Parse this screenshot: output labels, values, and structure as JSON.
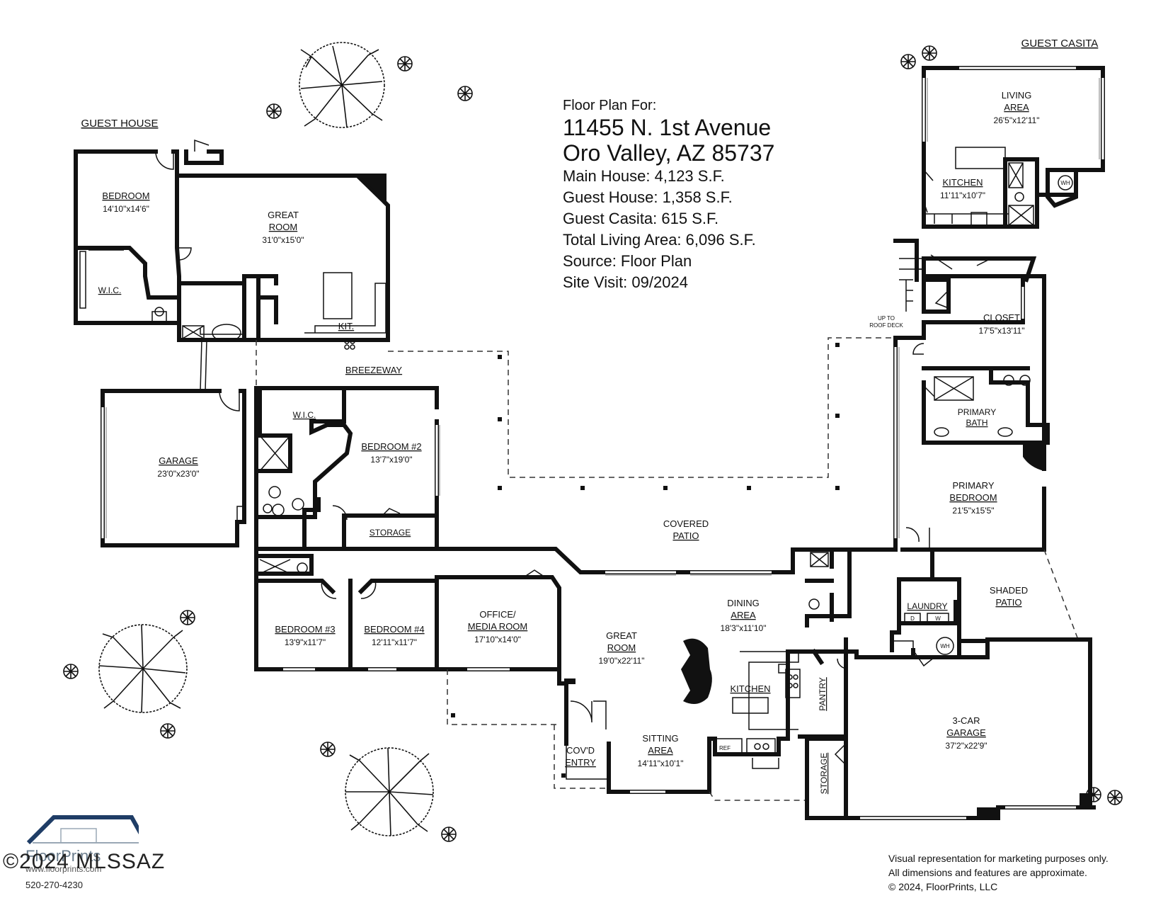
{
  "header": {
    "intro": "Floor Plan For:",
    "address_line1": "11455 N. 1st Avenue",
    "address_line2": "Oro Valley, AZ  85737",
    "main_house": "Main House:  4,123 S.F.",
    "guest_house": "Guest House:  1,358 S.F.",
    "guest_casita": "Guest Casita:  615 S.F.",
    "total_living": "Total Living Area:  6,096 S.F.",
    "source": "Source:  Floor Plan",
    "site_visit": "Site Visit:  09/2024"
  },
  "sections": {
    "guest_house": "GUEST HOUSE",
    "guest_casita": "GUEST CASITA",
    "breezeway": "BREEZEWAY"
  },
  "rooms": {
    "gh_bedroom": {
      "name": "BEDROOM",
      "dim": "14'10\"x14'6\""
    },
    "gh_great_room": {
      "name1": "GREAT",
      "name2": "ROOM",
      "dim": "31'0\"x15'0\""
    },
    "gh_wic": "W.I.C.",
    "gh_kit": "KIT.",
    "garage": {
      "name": "GARAGE",
      "dim": "23'0\"x23'0\""
    },
    "wic": "W.I.C.",
    "bedroom2": {
      "name": "BEDROOM #2",
      "dim": "13'7\"x19'0\""
    },
    "storage1": "STORAGE",
    "bedroom3": {
      "name": "BEDROOM #3",
      "dim": "13'9\"x11'7\""
    },
    "bedroom4": {
      "name": "BEDROOM #4",
      "dim": "12'11\"x11'7\""
    },
    "office": {
      "name1": "OFFICE/",
      "name2": "MEDIA ROOM",
      "dim": "17'10\"x14'0\""
    },
    "covered_patio": {
      "name1": "COVERED",
      "name2": "PATIO"
    },
    "great_room": {
      "name1": "GREAT",
      "name2": "ROOM",
      "dim": "19'0\"x22'11\""
    },
    "dining": {
      "name1": "DINING",
      "name2": "AREA",
      "dim": "18'3\"x11'10\""
    },
    "kitchen": "KITCHEN",
    "ref": "REF",
    "pantry": "PANTRY",
    "storage2": "STORAGE",
    "sitting": {
      "name1": "SITTING",
      "name2": "AREA",
      "dim": "14'11\"x10'1\""
    },
    "entry": {
      "name1": "COV'D",
      "name2": "ENTRY"
    },
    "garage3": {
      "name1": "3-CAR",
      "name2": "GARAGE",
      "dim": "37'2\"x22'9\""
    },
    "laundry": "LAUNDRY",
    "wh1": "WH",
    "wh2": "WH",
    "dryer": "D",
    "washer": "W",
    "shaded_patio": {
      "name1": "SHADED",
      "name2": "PATIO"
    },
    "primary_bedroom": {
      "name1": "PRIMARY",
      "name2": "BEDROOM",
      "dim": "21'5\"x15'5\""
    },
    "primary_bath": {
      "name1": "PRIMARY",
      "name2": "BATH"
    },
    "closet": {
      "name": "CLOSET",
      "dim": "17'5\"x13'11\""
    },
    "roof_deck": {
      "line1": "UP TO",
      "line2": "ROOF DECK"
    },
    "casita_living": {
      "name1": "LIVING",
      "name2": "AREA",
      "dim": "26'5\"x12'11\""
    },
    "casita_kitchen": {
      "name": "KITCHEN",
      "dim": "11'11\"x10'7\""
    }
  },
  "footer": {
    "disclaimer1": "Visual representation for marketing purposes only.",
    "disclaimer2": "All dimensions and features are approximate.",
    "copyright": "© 2024, FloorPrints, LLC",
    "logo_name": "FloorPrints",
    "logo_web": "www.floorprints.com",
    "logo_phone": "520-270-4230",
    "mls": "©2024 MLSSAZ"
  }
}
